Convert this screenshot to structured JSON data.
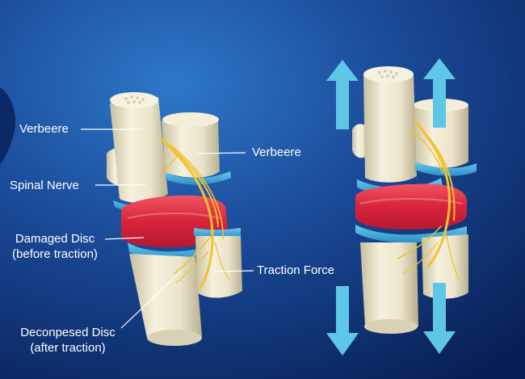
{
  "diagram": {
    "left_column": {
      "vertebra_top": "Verbeere",
      "spinal_nerve": "Spinal Nerve",
      "damaged_disc_line1": "Damaged Disc",
      "damaged_disc_line2": "(before traction)",
      "decompressed_disc_line1": "Deconpesed Disc",
      "decompressed_disc_line2": "(after traction)"
    },
    "middle_column": {
      "vertebra_right": "Verbeere",
      "traction_force": "Traction Force"
    },
    "colors": {
      "background_dark": "#0b2a66",
      "background_light": "#2c6fc0",
      "bone": "#ece6cf",
      "disc_damaged": "#e53a4a",
      "cartilage": "#3aa7d8",
      "nerve": "#f2c230",
      "arrow": "#5ec6e6",
      "label_text": "#ffffff",
      "leader_line": "#ffffff"
    }
  }
}
